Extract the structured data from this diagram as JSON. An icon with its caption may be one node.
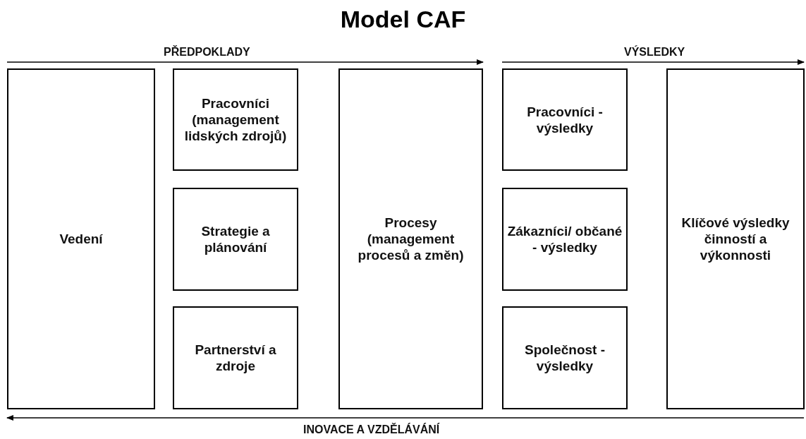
{
  "diagram": {
    "title": "Model CAF",
    "nodes": [
      {
        "text": [
          "Vedení"
        ]
      },
      {
        "text": [
          "Pracovníci (management lidských zdrojů)"
        ]
      },
      {
        "text": [
          "Strategie a plánování"
        ]
      },
      {
        "text": [
          "Partnerství a zdroje"
        ]
      },
      {
        "text": [
          "Procesy (management procesů a změn)"
        ]
      },
      {
        "text": [
          "Pracovníci - výsledky"
        ]
      },
      {
        "text": [
          "Zákazníci/ občané - výsledky"
        ]
      },
      {
        "text": [
          "Společnost - výsledky"
        ]
      },
      {
        "text": [
          "Klíčové výsledky činností a výkonnosti"
        ]
      }
    ],
    "edges": [],
    "labels": [
      "PŘEDPOKLADY",
      "VÝSLEDKY",
      "INOVACE A VZDĚLÁVÁNÍ"
    ]
  }
}
